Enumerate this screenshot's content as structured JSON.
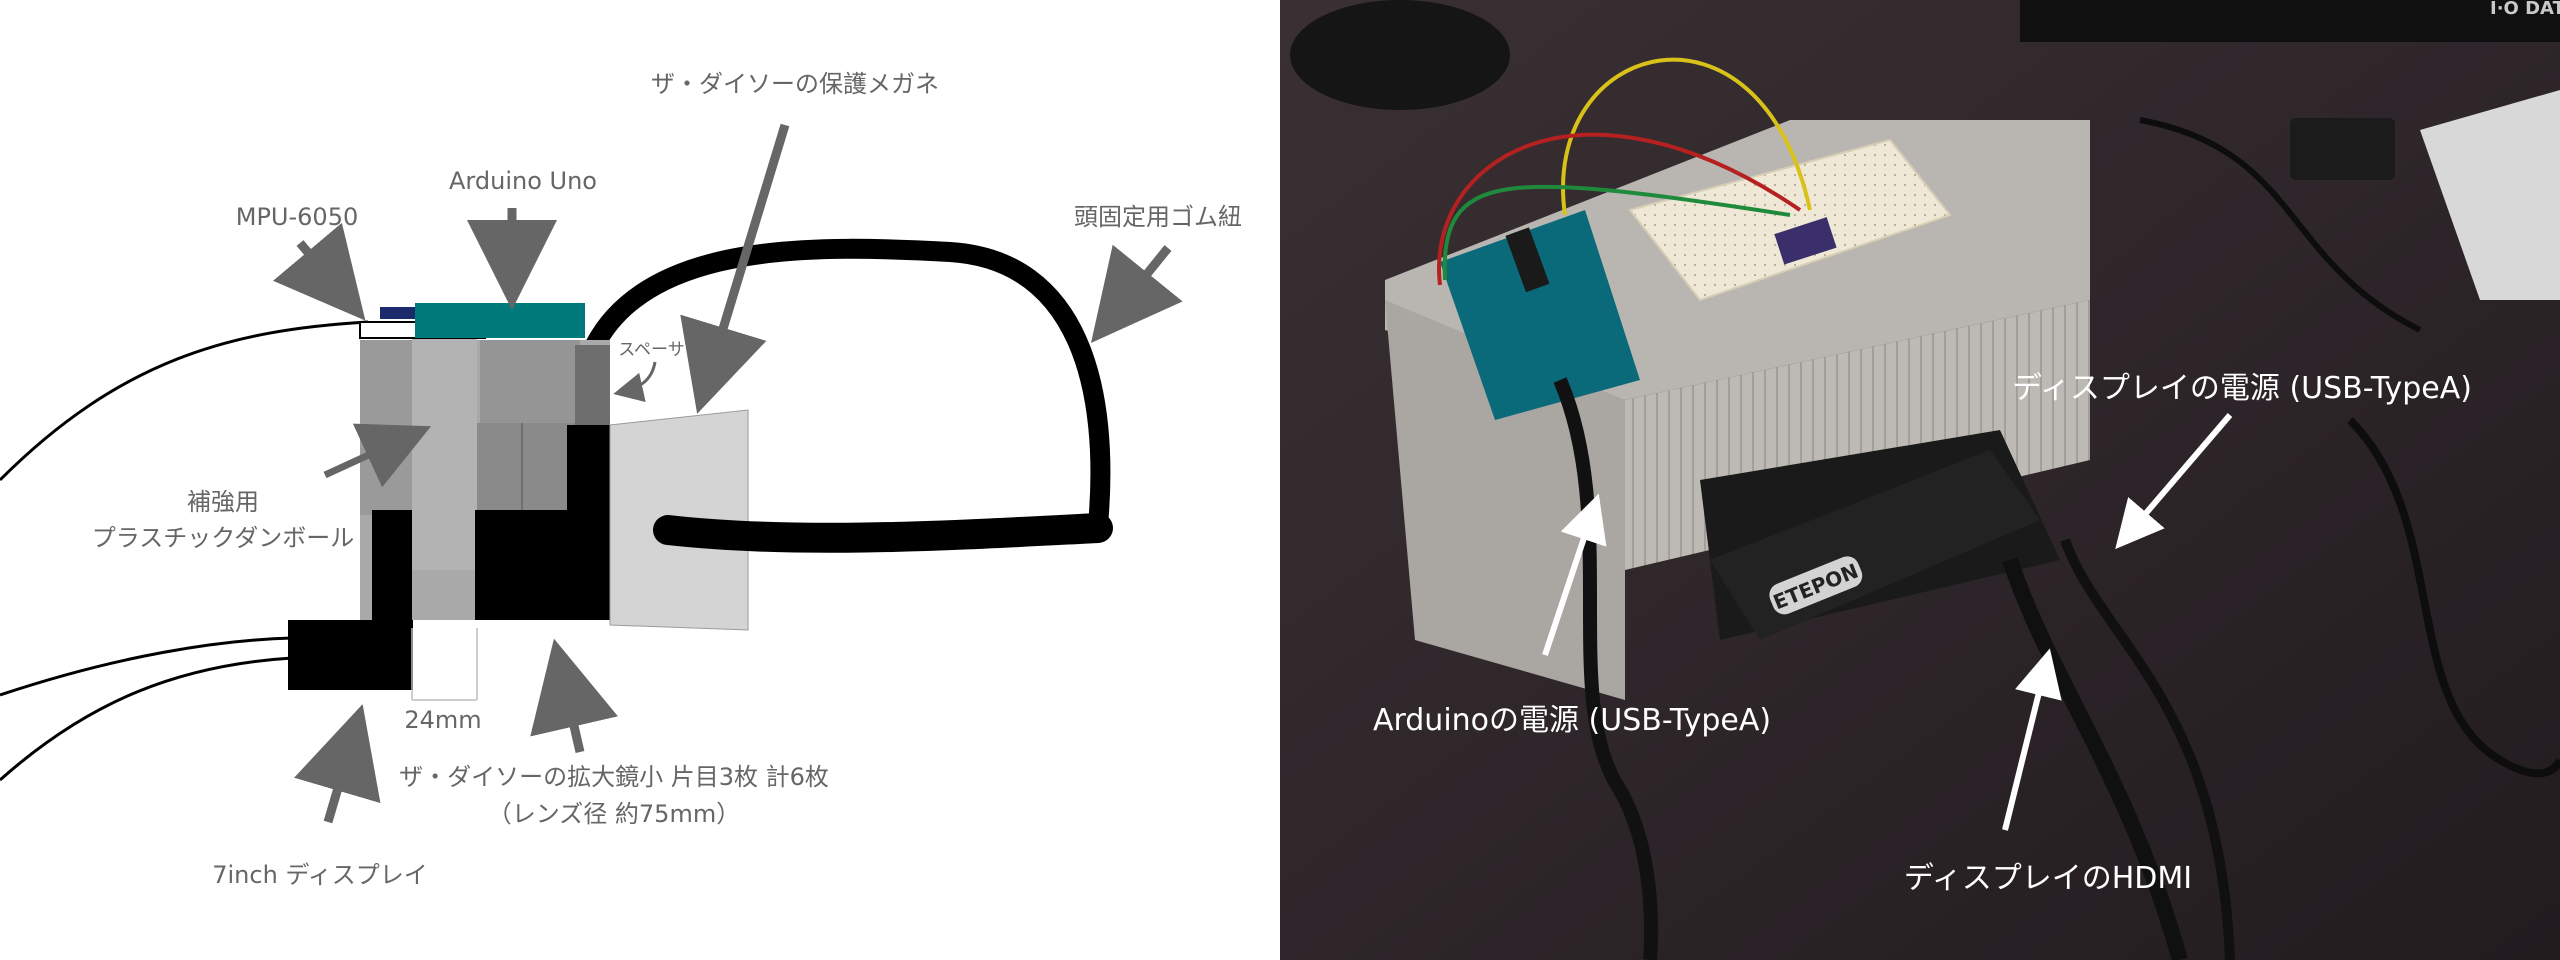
{
  "diagram": {
    "labels": {
      "glasses": "ザ・ダイソーの保護メガネ",
      "arduino": "Arduino Uno",
      "mpu": "MPU-6050",
      "strap": "頭固定用ゴム紐",
      "spacer": "スペーサー",
      "reinforce_line1": "補強用",
      "reinforce_line2": "プラスチックダンボール",
      "gap": "24mm",
      "lens_line1": "ザ・ダイソーの拡大鏡小 片目3枚 計6枚",
      "lens_line2": "（レンズ径 約75mm）",
      "display": "7inch ディスプレイ"
    },
    "colors": {
      "arrow": "#666666",
      "cable": "#000000",
      "arduino_board": "#007a7a",
      "mpu_board": "#1a2a6a"
    }
  },
  "photo": {
    "labels": {
      "display_power": "ディスプレイの電源 (USB-TypeA)",
      "arduino_power": "Arduinoの電源 (USB-TypeA)",
      "display_hdmi": "ディスプレイのHDMI"
    },
    "brand": "I·O DATA",
    "battery_brand": "ETEPON",
    "colors": {
      "background": "#2b2326",
      "label": "#ffffff"
    }
  }
}
